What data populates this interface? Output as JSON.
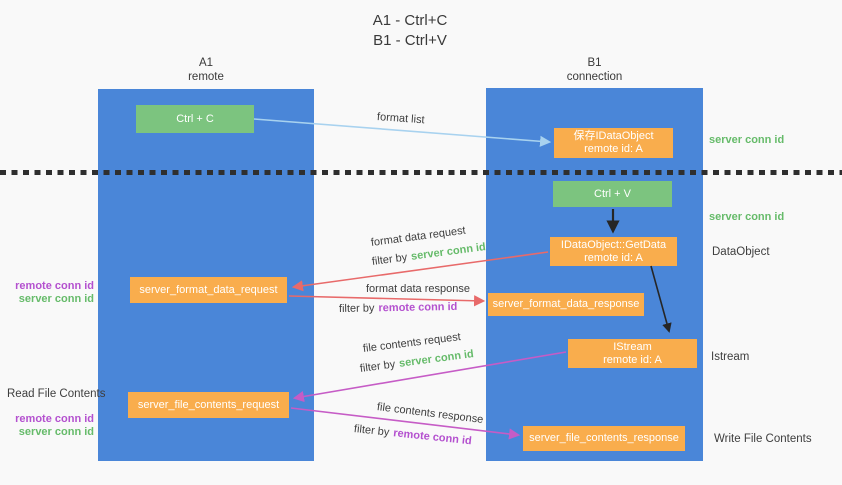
{
  "title": {
    "line1": "A1 - Ctrl+C",
    "line2": "B1 - Ctrl+V"
  },
  "lanes": {
    "left": {
      "name": "A1",
      "role": "remote"
    },
    "right": {
      "name": "B1",
      "role": "connection"
    }
  },
  "nodes": {
    "ctrl_c": {
      "label": "Ctrl + C"
    },
    "ctrl_v": {
      "label": "Ctrl + V"
    },
    "save_dataobject": {
      "line1": "保存IDataObject",
      "line2": "remote id: A"
    },
    "idataobject_getdata": {
      "line1": "IDataObject::GetData",
      "line2": "remote id: A"
    },
    "istream": {
      "line1": "IStream",
      "line2": "remote id: A"
    },
    "server_format_data_request": {
      "label": "server_format_data_request"
    },
    "server_format_data_response": {
      "label": "server_format_data_response"
    },
    "server_file_contents_request": {
      "label": "server_file_contents_request"
    },
    "server_file_contents_response": {
      "label": "server_file_contents_response"
    }
  },
  "flow_labels": {
    "format_list": "format list",
    "format_data_request": "format data request",
    "format_data_response": "format data response",
    "file_contents_request": "file contents request",
    "file_contents_response": "file contents response",
    "filter_by": "filter by",
    "server_conn_id": "server conn id",
    "remote_conn_id": "remote conn id"
  },
  "side_labels": {
    "server_conn_id_top": "server conn id",
    "server_conn_id_mid": "server conn id",
    "dataobject": "DataObject",
    "istream": "Istream",
    "write_file_contents": "Write File Contents",
    "read_file_contents": "Read File Contents",
    "remote_conn_id": "remote conn id",
    "server_conn_id": "server conn id"
  },
  "colors": {
    "lane_blue": "#4a86d8",
    "node_green": "#7cc47f",
    "node_orange": "#f9ad4d",
    "conn_id_green": "#66bb6a",
    "conn_id_purple": "#b451cf",
    "arrow_red": "#e86a6a",
    "arrow_magenta": "#c65cc6",
    "arrow_light_blue": "#a8d2ef",
    "arrow_black": "#262626",
    "text_dark": "#3c3c3c",
    "background": "#f9f9f9"
  }
}
